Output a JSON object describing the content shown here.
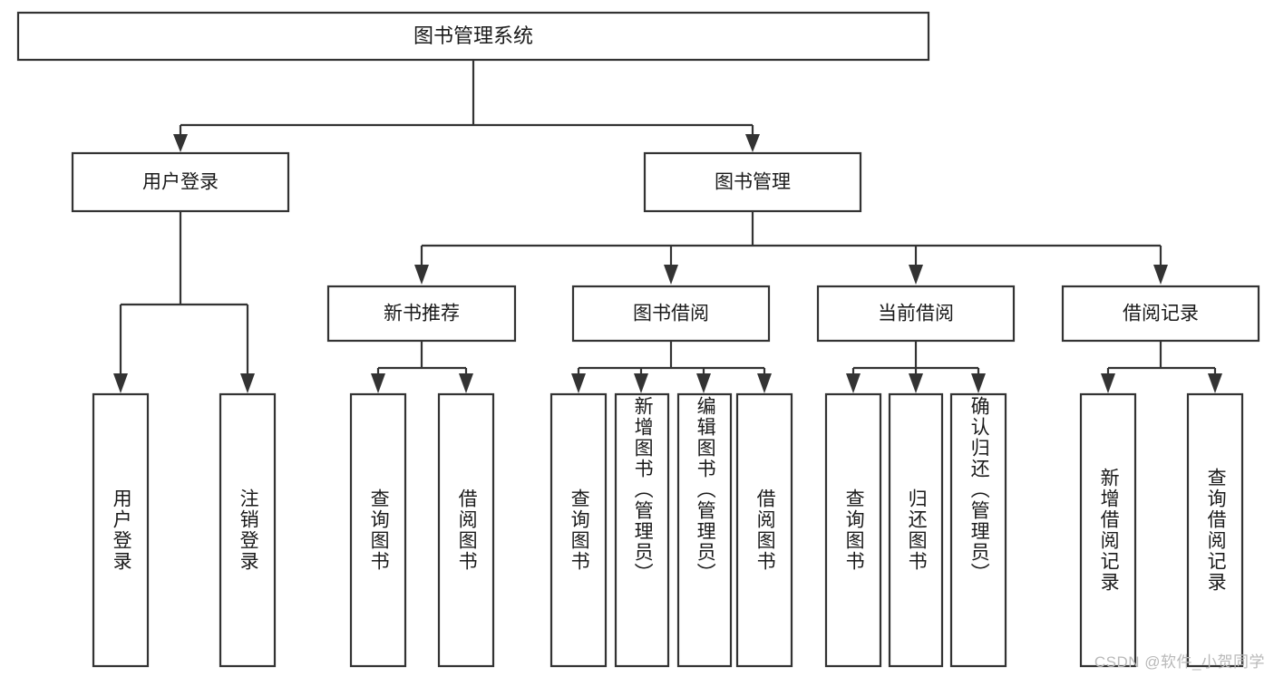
{
  "diagram": {
    "title": "图书管理系统",
    "type": "tree",
    "orientation": "top-down",
    "background_color": "#ffffff",
    "line_color": "#333333",
    "text_color": "#1a1a1a",
    "box_fill": "#ffffff"
  },
  "root": {
    "label": "图书管理系统"
  },
  "level1": [
    {
      "label": "用户登录"
    },
    {
      "label": "图书管理"
    }
  ],
  "level2": [
    {
      "label": "新书推荐"
    },
    {
      "label": "图书借阅"
    },
    {
      "label": "当前借阅"
    },
    {
      "label": "借阅记录"
    }
  ],
  "leaves": {
    "user_login": [
      {
        "label": "用户登录"
      },
      {
        "label": "注销登录"
      }
    ],
    "new_book": [
      {
        "label": "查询图书"
      },
      {
        "label": "借阅图书"
      }
    ],
    "book_borrow": [
      {
        "label": "查询图书"
      },
      {
        "label": "新增图书（管理员）"
      },
      {
        "label": "编辑图书（管理员）"
      },
      {
        "label": "借阅图书"
      }
    ],
    "current_borrow": [
      {
        "label": "查询图书"
      },
      {
        "label": "归还图书"
      },
      {
        "label": "确认归还（管理员）"
      }
    ],
    "borrow_record": [
      {
        "label": "新增借阅记录"
      },
      {
        "label": "查询借阅记录"
      }
    ]
  },
  "watermark": {
    "text": "CSDN @软件_小贺同学",
    "color": "#b9b9b9"
  }
}
